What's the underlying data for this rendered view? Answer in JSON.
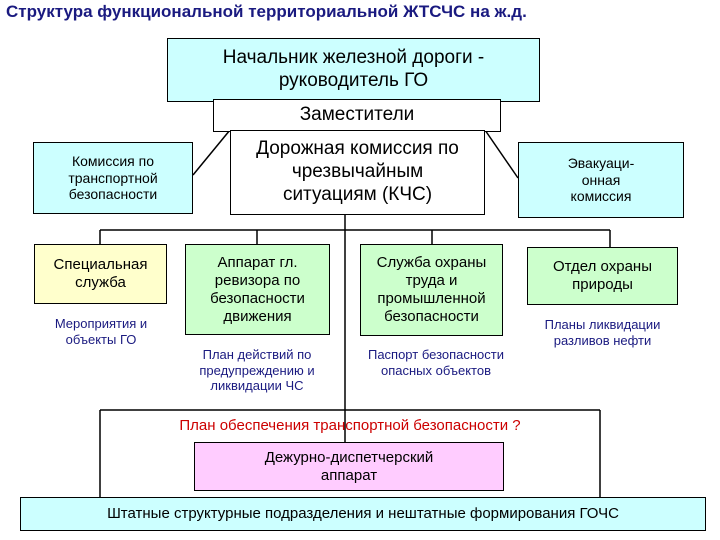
{
  "title": "Структура функциональной территориальной ЖТСЧС на ж.д.",
  "colors": {
    "cyan_box": "#ccffff",
    "pink_box": "#ffccff",
    "green_box": "#ccffcc",
    "dark_text": "#1a1a80",
    "red_text": "#cc0000"
  },
  "nodes": {
    "head": "Начальник железной дороги - руководитель ГО",
    "deputies": "Заместители",
    "kchs": "Дорожная комиссия по чрезвычайным ситуациям (КЧС)",
    "transport_commission": "Комиссия по транспортной безопасности",
    "evacuation_commission": "Эвакуаци-онная комиссия",
    "special_service": "Специальная служба",
    "auditor": "Аппарат гл. ревизора по безопасности движения",
    "labor_safety": "Служба охраны труда и промышленной безопасности",
    "nature_protection": "Отдел охраны природы",
    "dispatch": "Дежурно-диспетчерский аппарат",
    "staff_units": "Штатные структурные подразделения и нештатные формирования ГОЧС"
  },
  "notes": {
    "go_measures": "Мероприятия и объекты ГО",
    "action_plan": "План действий по предупреждению и ликвидации ЧС",
    "safety_passport": "Паспорт безопасности опасных объектов",
    "oil_spill_plans": "Планы ликвидации разливов нефти",
    "transport_plan": "План обеспечения транспортной безопасности ?"
  }
}
